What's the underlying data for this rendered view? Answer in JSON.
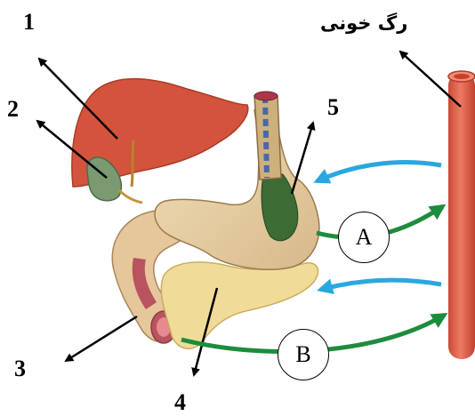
{
  "labels": {
    "n1": "1",
    "n2": "2",
    "n3": "3",
    "n4": "4",
    "n5": "5",
    "blood_vessel": "رگ خونی",
    "A": "A",
    "B": "B"
  },
  "colors": {
    "liver": "#d4533c",
    "gallbladder": "#7a9a72",
    "stomach": "#e7cfa3",
    "pancreas": "#f0dc98",
    "intestine_lining": "#b8535f",
    "vessel": "#e4604b",
    "blue_arrow": "#2aa7df",
    "green_arrow": "#1e8c3e",
    "black_arrow": "#000000"
  }
}
